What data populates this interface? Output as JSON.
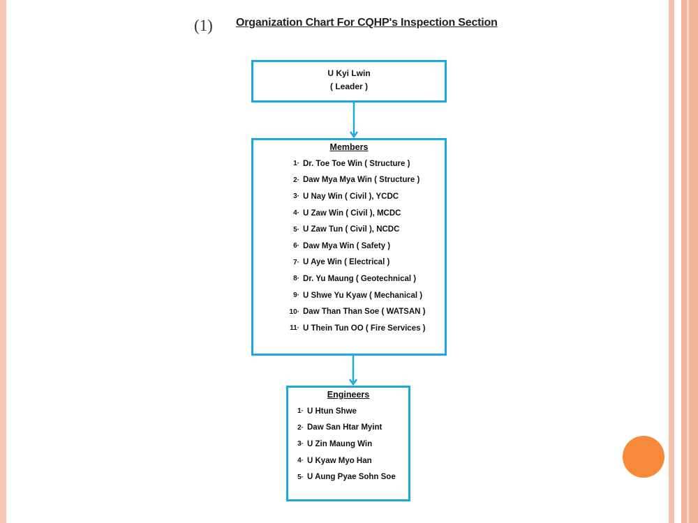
{
  "slide": {
    "number": "(1)"
  },
  "chart": {
    "title": "Organization Chart For CQHP's Inspection Section",
    "leader": {
      "name": "U Kyi Lwin",
      "role": "( Leader )"
    },
    "members": {
      "heading": "Members",
      "items": [
        {
          "num": "1·",
          "text": "Dr. Toe Toe Win ( Structure )"
        },
        {
          "num": "2·",
          "text": "Daw Mya Mya Win ( Structure )"
        },
        {
          "num": "3·",
          "text": "U Nay Win ( Civil ), YCDC"
        },
        {
          "num": "4·",
          "text": "U Zaw Win ( Civil ), MCDC"
        },
        {
          "num": "5·",
          "text": "U Zaw Tun ( Civil ), NCDC"
        },
        {
          "num": "6·",
          "text": "Daw Mya Win ( Safety )"
        },
        {
          "num": "7·",
          "text": "U Aye Win ( Electrical )"
        },
        {
          "num": "8·",
          "text": "Dr. Yu Maung ( Geotechnical )"
        },
        {
          "num": "9·",
          "text": "U Shwe Yu Kyaw ( Mechanical )"
        },
        {
          "num": "10·",
          "text": "Daw Than Than Soe ( WATSAN )"
        },
        {
          "num": "11·",
          "text": "U Thein Tun OO ( Fire Services )"
        }
      ]
    },
    "engineers": {
      "heading": "Engineers",
      "items": [
        {
          "num": "1·",
          "text": "U Htun Shwe"
        },
        {
          "num": "2·",
          "text": "Daw San Htar Myint"
        },
        {
          "num": "3·",
          "text": "U Zin Maung Win"
        },
        {
          "num": "4·",
          "text": "U Kyaw Myo Han"
        },
        {
          "num": "5·",
          "text": "U Aung Pyae Sohn Soe"
        }
      ]
    }
  },
  "colors": {
    "box_border": "#19a8e2",
    "accent_dot": "#f7893b",
    "side_stripe": "#f4b49b"
  }
}
